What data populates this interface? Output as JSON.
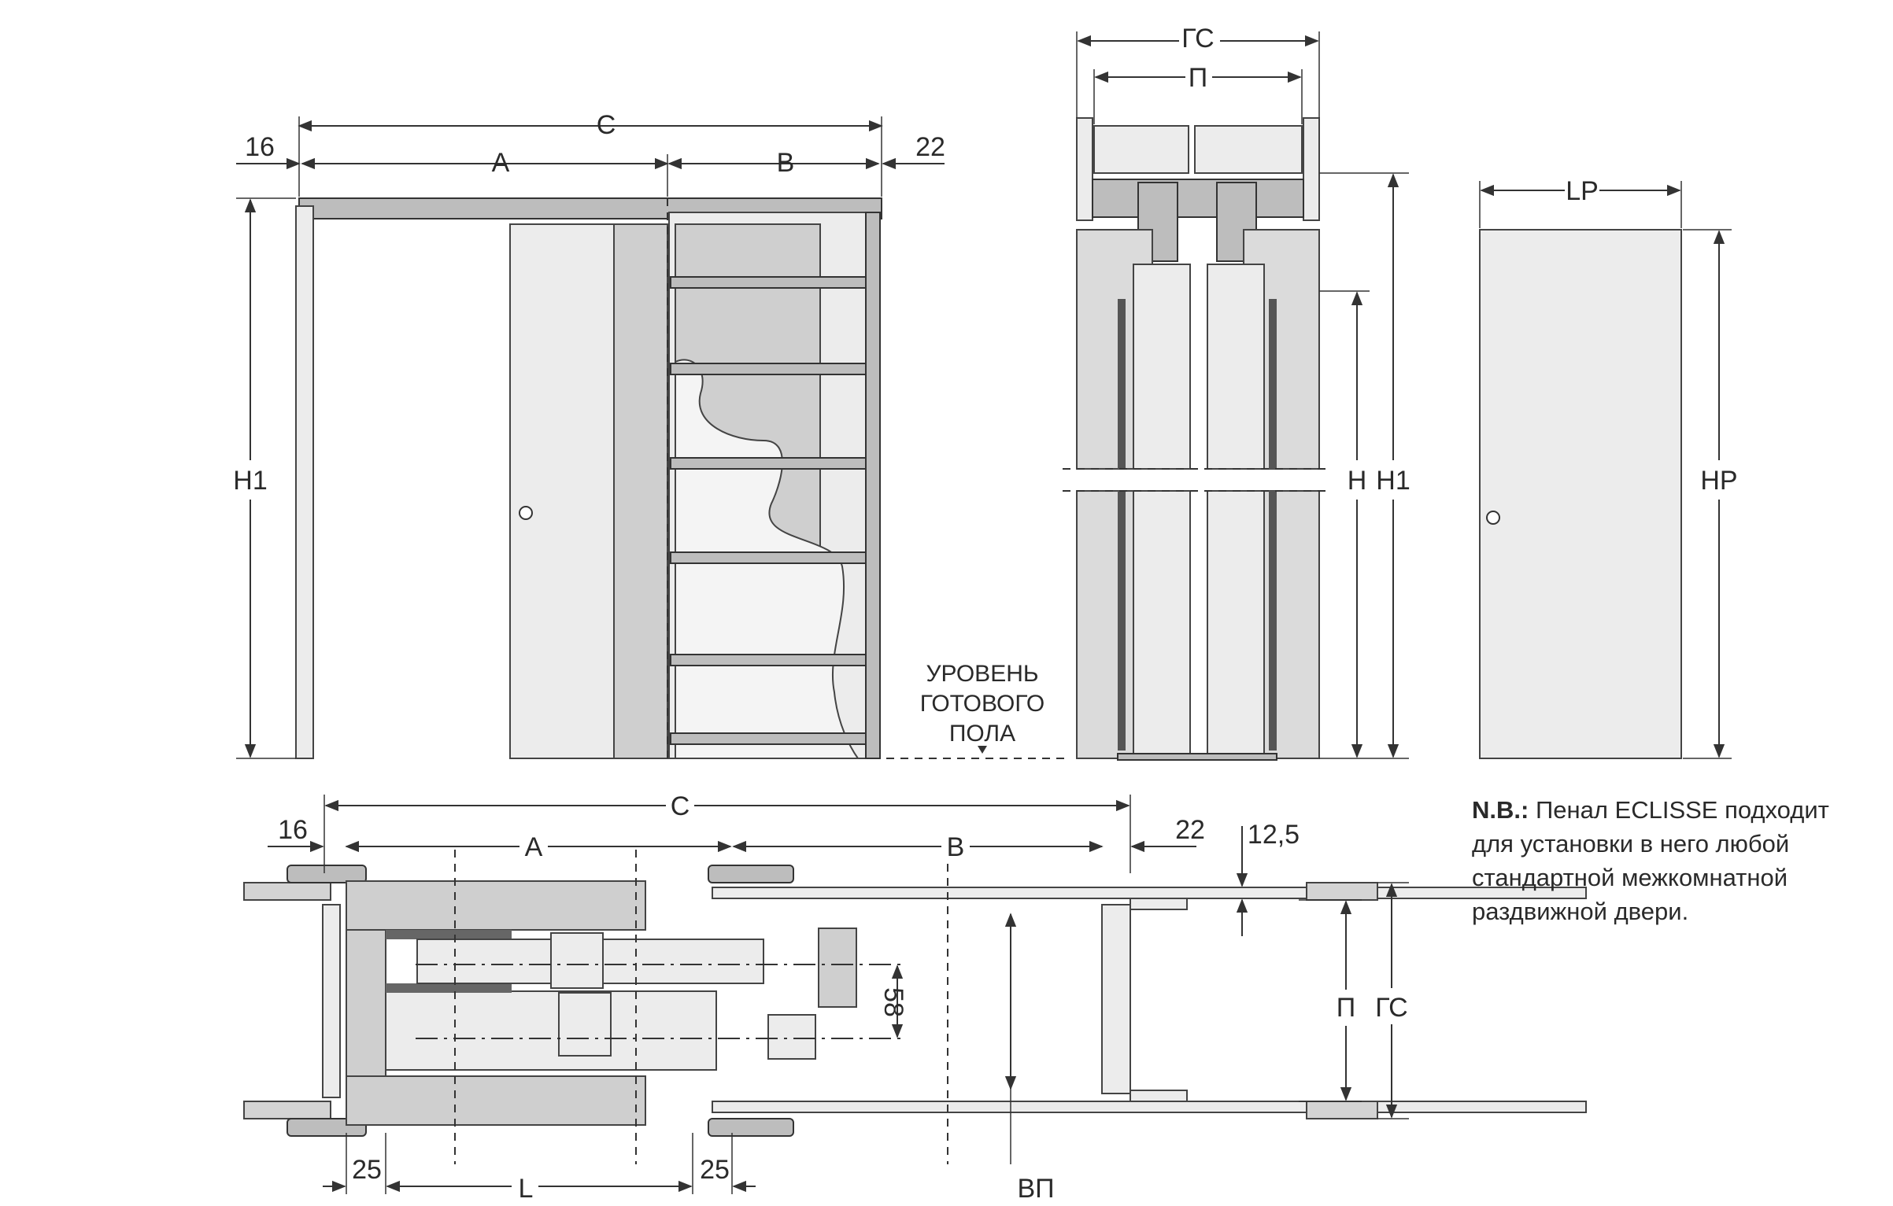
{
  "front_view": {
    "dim_C": "C",
    "dim_A": "A",
    "dim_B": "B",
    "dim_16": "16",
    "dim_22": "22",
    "dim_H1": "H1",
    "floor_line1": "УРОВЕНЬ",
    "floor_line2": "ГОТОВОГО",
    "floor_line3": "ПОЛА"
  },
  "section_view": {
    "dim_GS": "ГС",
    "dim_P": "П",
    "dim_H": "H",
    "dim_H1": "H1"
  },
  "door_view": {
    "dim_LP": "LP",
    "dim_HP": "HP"
  },
  "plan_view": {
    "dim_C": "C",
    "dim_A": "A",
    "dim_B": "B",
    "dim_16": "16",
    "dim_22": "22",
    "dim_12_5": "12,5",
    "dim_58": "58",
    "dim_P": "П",
    "dim_GS": "ГС",
    "dim_25_left": "25",
    "dim_L": "L",
    "dim_25_right": "25",
    "dim_VP": "ВП"
  },
  "note": {
    "bold": "N.B.:",
    "text": " Пенал ECLISSE подходит для установки в него любой стандартной межкомнатной раздвижной двери."
  }
}
